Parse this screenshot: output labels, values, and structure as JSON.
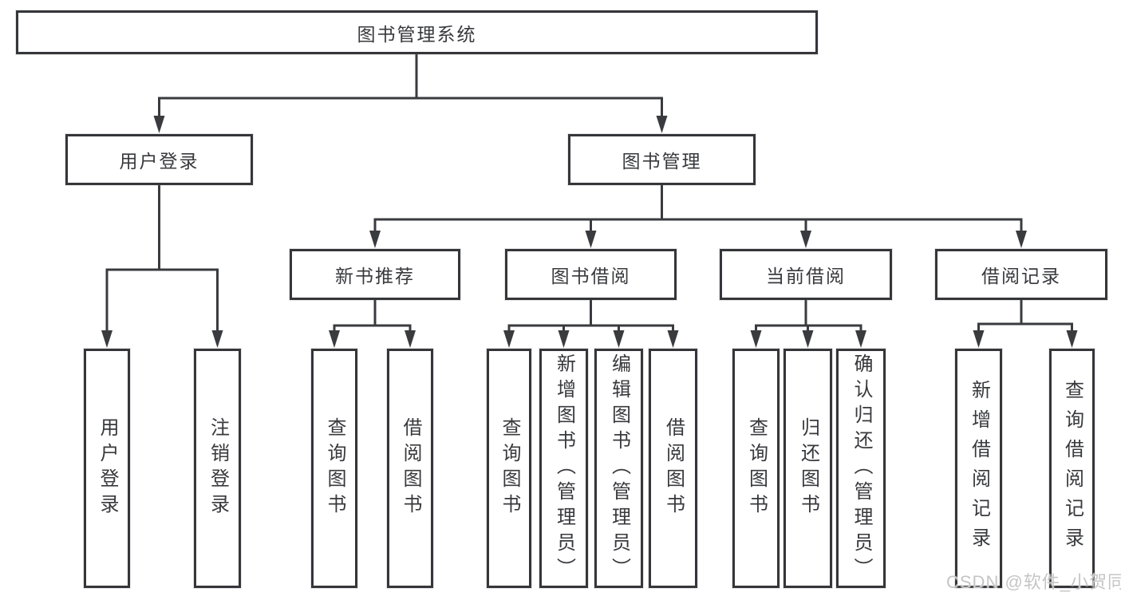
{
  "diagram": {
    "type": "hierarchy-tree",
    "orientation": "top-down",
    "colors": {
      "background": "#ffffff",
      "box_fill": "#ffffff",
      "box_border": "#35363a",
      "line": "#3a3b3f",
      "text": "#38393d",
      "watermark_text": "#c5c5c5"
    }
  },
  "tree": {
    "label": "图书管理系统",
    "children": [
      {
        "label": "用户登录",
        "children": [
          {
            "label": "用户登录"
          },
          {
            "label": "注销登录"
          }
        ]
      },
      {
        "label": "图书管理",
        "children": [
          {
            "label": "新书推荐",
            "children": [
              {
                "label": "查询图书"
              },
              {
                "label": "借阅图书"
              }
            ]
          },
          {
            "label": "图书借阅",
            "children": [
              {
                "label": "查询图书"
              },
              {
                "label": "新增图书（管理员）"
              },
              {
                "label": "编辑图书（管理员）"
              },
              {
                "label": "借阅图书"
              }
            ]
          },
          {
            "label": "当前借阅",
            "children": [
              {
                "label": "查询图书"
              },
              {
                "label": "归还图书"
              },
              {
                "label": "确认归还（管理员）"
              }
            ]
          },
          {
            "label": "借阅记录",
            "children": [
              {
                "label": "新增借阅记录"
              },
              {
                "label": "查询借阅记录"
              }
            ]
          }
        ]
      }
    ]
  },
  "watermark": "CSDN @软件_小贺同学"
}
